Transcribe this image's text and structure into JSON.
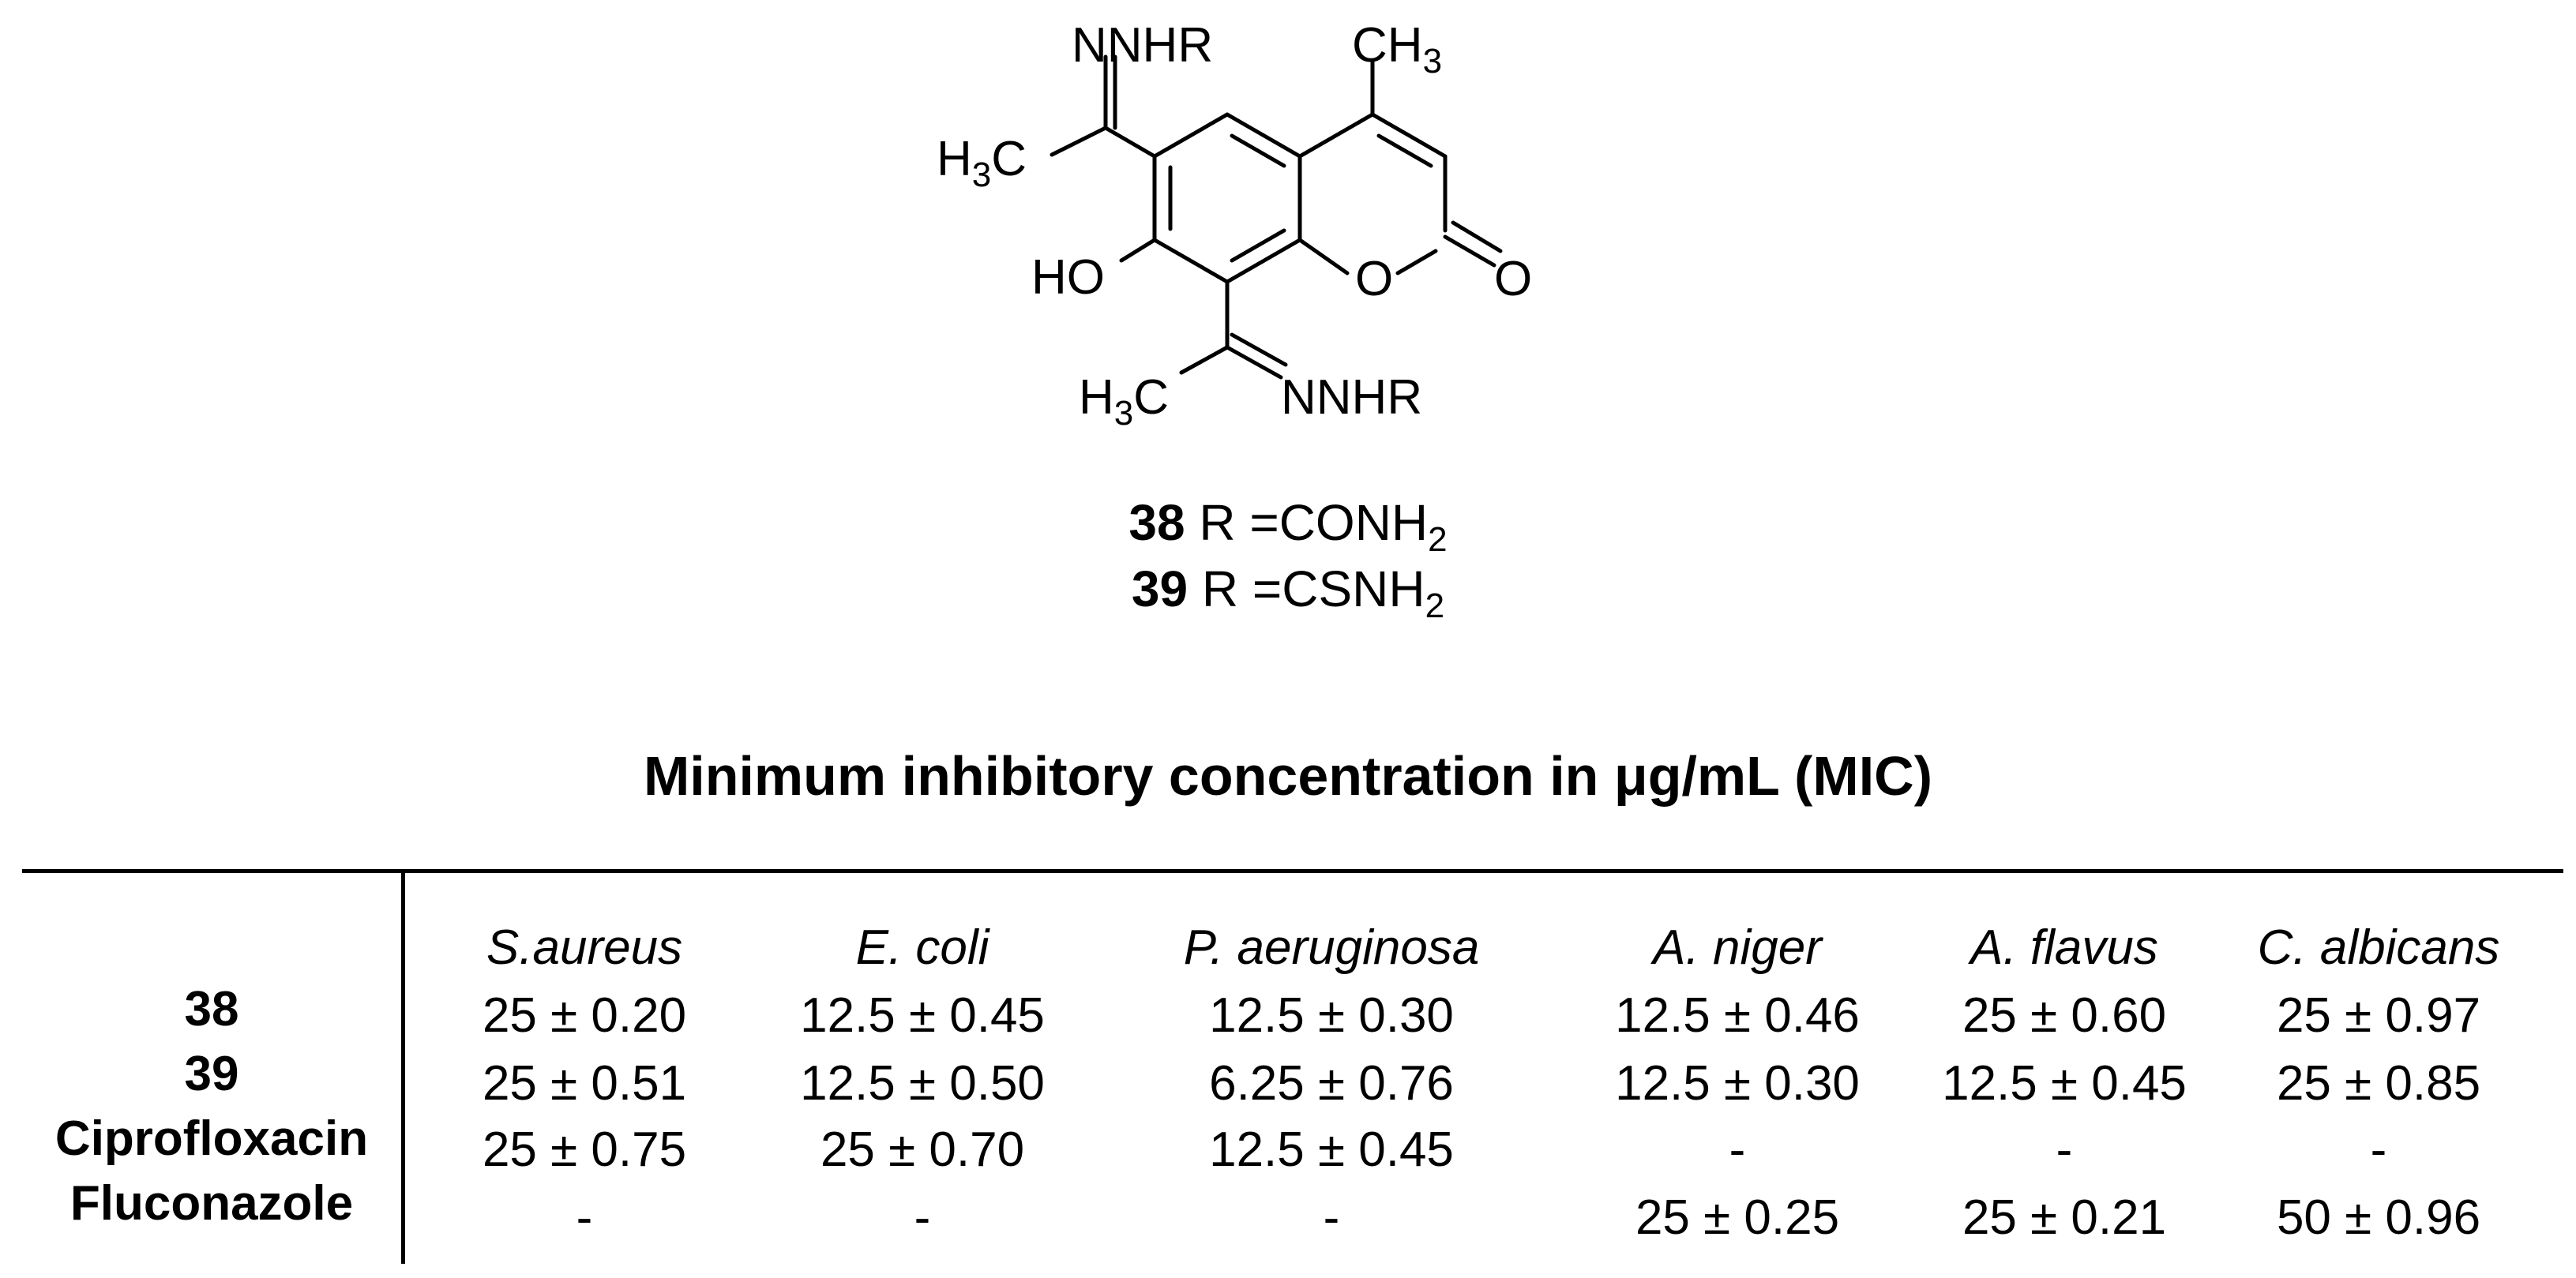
{
  "structure": {
    "labels": {
      "top_substituent": "NNHR",
      "methyl_top": "CH",
      "methyl_top_sub": "3",
      "methyl_left_h": "H",
      "methyl_left_sub": "3",
      "methyl_left_c": "C",
      "hydroxyl": "HO",
      "ring_oxygen": "O",
      "carbonyl_oxygen": "O",
      "methyl_bottom_h": "H",
      "methyl_bottom_sub": "3",
      "methyl_bottom_c": "C",
      "bottom_substituent": "NNHR"
    },
    "compounds": [
      {
        "number": "38",
        "r_text": " R =CONH",
        "r_sub": "2"
      },
      {
        "number": "39",
        "r_text": " R =CSNH",
        "r_sub": "2"
      }
    ]
  },
  "table": {
    "title": "Minimum inhibitory concentration in μg/mL (MIC)",
    "columns": [
      "S.aureus",
      "E. coli",
      "P. aeruginosa",
      "A. niger",
      "A. flavus",
      "C. albicans"
    ],
    "rows": [
      {
        "label": "38",
        "cells": [
          "25 ± 0.20",
          "12.5 ± 0.45",
          "12.5 ± 0.30",
          "12.5 ± 0.46",
          "25 ± 0.60",
          "25 ± 0.97"
        ]
      },
      {
        "label": "39",
        "cells": [
          "25 ± 0.51",
          "12.5 ± 0.50",
          "6.25 ± 0.76",
          "12.5 ± 0.30",
          "12.5 ± 0.45",
          "25 ± 0.85"
        ]
      },
      {
        "label": "Ciprofloxacin",
        "cells": [
          "25 ± 0.75",
          "25 ± 0.70",
          "12.5 ± 0.45",
          "-",
          "-",
          "-"
        ]
      },
      {
        "label": "Fluconazole",
        "cells": [
          "-",
          "-",
          "-",
          "25 ± 0.25",
          "25 ± 0.21",
          "50 ± 0.96"
        ]
      }
    ]
  }
}
